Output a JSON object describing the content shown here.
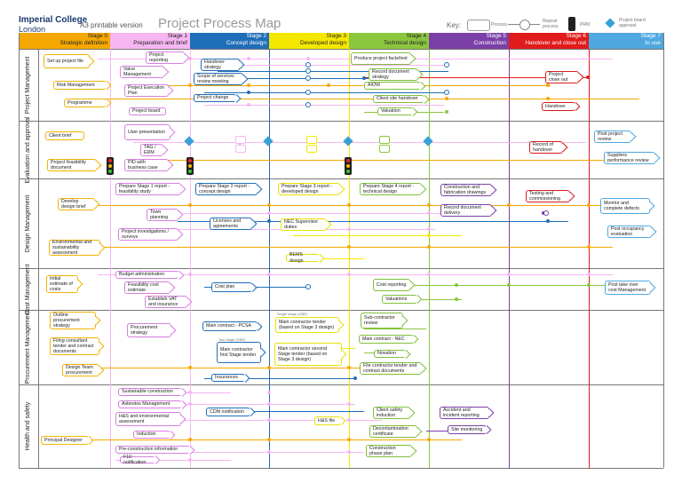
{
  "header": {
    "logo_line1": "Imperial College",
    "logo_line2": "London",
    "a3": "A3 printable version",
    "title": "Project Process Map",
    "key_label": "Key:",
    "key_process": "Process",
    "key_repeat": "Repeat process",
    "key_prm": "PRM",
    "key_board": "Project board approval"
  },
  "colors": {
    "stage0": "#f5a800",
    "stage1": "#f7b6f2",
    "stage2": "#1f6eb8",
    "stage3": "#f5e800",
    "stage4": "#8cc63f",
    "stage5": "#7b3fa8",
    "stage6": "#e01b1b",
    "stage7": "#4fa8e0"
  },
  "stages": [
    {
      "num": "Stage 0",
      "name": "Strategic definition"
    },
    {
      "num": "Stage 1",
      "name": "Preparation and brief"
    },
    {
      "num": "Stage 2",
      "name": "Concept design"
    },
    {
      "num": "Stage 3",
      "name": "Developed design"
    },
    {
      "num": "Stage 4",
      "name": "Technical design"
    },
    {
      "num": "Stage 5",
      "name": "Construction"
    },
    {
      "num": "Stage 6",
      "name": "Handover and close out"
    },
    {
      "num": "Stage 7",
      "name": "In use"
    }
  ],
  "lanes": [
    {
      "label": "Project Management"
    },
    {
      "label": "Evaluation and approval"
    },
    {
      "label": "Design Management"
    },
    {
      "label": "Cost Management"
    },
    {
      "label": "Procurement Management"
    },
    {
      "label": "Health and safety"
    }
  ],
  "boxes": {
    "pm": [
      "Set up project file",
      "Value Management",
      "Risk Management",
      "Programme",
      "Project reporting",
      "Project Execution Plan",
      "Project board",
      "Handover strategy",
      "Scope of services review meeting",
      "Project change",
      "Produce project facts/text",
      "Record document strategy",
      "AIOW",
      "Client site handover",
      "Valuation",
      "Project close out",
      "Handover"
    ],
    "eval": [
      "Client brief",
      "Project feasibility document",
      "User presentation",
      "TAG / ERM",
      "PID with business case",
      "Record of handover",
      "Post project review",
      "Suppliers performance review"
    ],
    "design": [
      "Develop design brief",
      "Environmental and sustainability assessment",
      "Prepare Stage 1 report - feasibility study",
      "Town planning",
      "Project investigations / surveys",
      "Prepare Stage 2 report - concept design",
      "Licenses and agreements",
      "Prepare Stage 3 report - developed design",
      "NEC Supervisor duties",
      "BEMS design",
      "Prepare Stage 4 report - technical design",
      "Construction and fabrication drawings",
      "Record document delivery",
      "Testing and commissioning",
      "Monitor and complete defects",
      "Post occupancy evaluation"
    ],
    "cost": [
      "Initial estimate of costs",
      "Budget administration",
      "Feasibility cost estimate",
      "Establish VAT and insurance",
      "Cost plan",
      "Cost reporting",
      "Valuations",
      "Post take over cost Management"
    ],
    "proc": [
      "Outline procurement strategy",
      "Filing consultant tender and contract documents",
      "Design Team procurement",
      "Procurement strategy",
      "Main contract - PCSA",
      "Main contractor first Stage tender",
      "Main contractor tender (based on Stage 3 design)",
      "Main contractor second Stage tender (based on Stage 3 design)",
      "Sub-contractor review",
      "Main contract - NEC",
      "Novation",
      "File contractor tender and contract documents",
      "Insurances"
    ],
    "proc_tags": [
      "Single stage (OBE)",
      "Two stage (OBE)"
    ],
    "hs": [
      "Principal Designer",
      "Sustainable construction",
      "Asbestos Management",
      "H&S and environmental assessment",
      "Induction",
      "Pre-construction information",
      "F10 notification",
      "CDM notification",
      "H&S file",
      "Client safety induction",
      "Decontamination certificate",
      "Construction phase plan",
      "Accident and incident reporting",
      "Site monitoring"
    ]
  }
}
